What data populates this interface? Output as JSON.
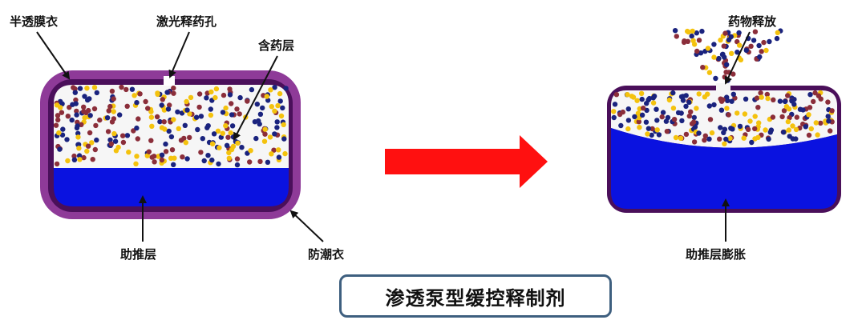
{
  "labels": {
    "semi_permeable_membrane": "半透膜衣",
    "laser_drug_hole": "激光释药孔",
    "drug_layer": "含药层",
    "push_layer": "助推层",
    "moisture_coat": "防潮衣",
    "drug_release": "药物释放",
    "push_layer_swelling": "助推层膨胀"
  },
  "caption": "渗透泵型缓控释制剂",
  "colors": {
    "coat": "#8e3a98",
    "membrane": "#4a0f5a",
    "push_layer": "#0a12e0",
    "arrow": "#ff1010",
    "particles": [
      "#1a237e",
      "#8b2e3a",
      "#f4c20d"
    ]
  }
}
